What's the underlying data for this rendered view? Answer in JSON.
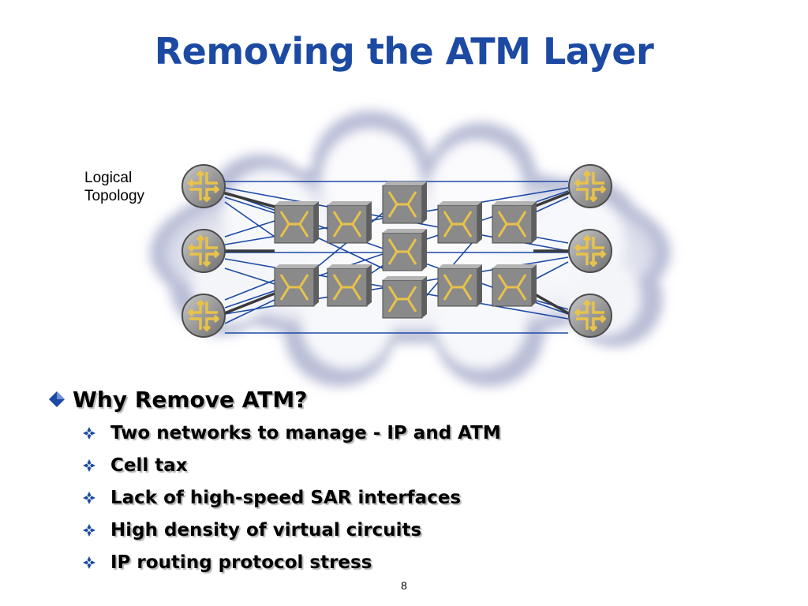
{
  "slide": {
    "title": "Removing the ATM Layer",
    "page_number": "8"
  },
  "diagram": {
    "label_line1": "Logical",
    "label_line2": "Topology",
    "colors": {
      "link": "#1c4aa3",
      "trunk": "#3a3a3a",
      "switch_face": "#8c8c8c",
      "switch_symbol": "#e8c24a",
      "router_body": "#9a9a9a",
      "router_symbol": "#e8c24a"
    },
    "routers": [
      {
        "id": "r-left-1"
      },
      {
        "id": "r-left-2"
      },
      {
        "id": "r-left-3"
      },
      {
        "id": "r-right-1"
      },
      {
        "id": "r-right-2"
      },
      {
        "id": "r-right-3"
      }
    ],
    "switch_count": 11
  },
  "bullets": {
    "main": "Why Remove ATM?",
    "items": [
      "Two networks to manage - IP and ATM",
      "Cell tax",
      "Lack of high-speed SAR interfaces",
      "High density of virtual circuits",
      "IP routing protocol stress"
    ]
  }
}
